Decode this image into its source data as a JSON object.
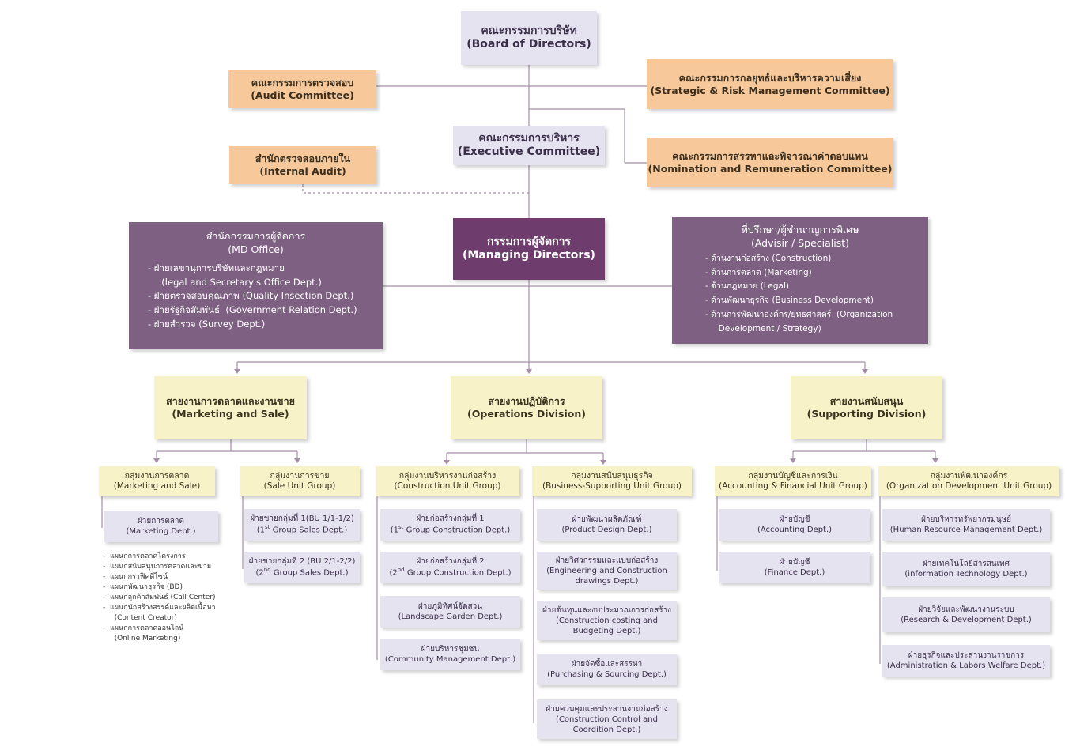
{
  "top": {
    "board": {
      "th": "คณะกรรมการบริษัท",
      "en": "(Board of Directors)"
    },
    "audit_committee": {
      "th": "คณะกรรมการตรวจสอบ",
      "en": "(Audit Committee)"
    },
    "strategic": {
      "th": "คณะกรรมการกลยุทธ์และบริหารความเสี่ยง",
      "en": "(Strategic & Risk Management Committee)"
    },
    "executive": {
      "th": "คณะกรรมการบริหาร",
      "en": "(Executive Committee)"
    },
    "internal_audit": {
      "th": "สำนักตรวจสอบภายใน",
      "en": "(Internal Audit)"
    },
    "nomination": {
      "th": "คณะกรรมการสรรหาและพิจารณาค่าตอบแทน",
      "en": "(Nomination and Remuneration Committee)"
    },
    "md": {
      "th": "กรรมการผู้จัดการ",
      "en": "(Managing Directors)"
    }
  },
  "md_office": {
    "th": "สำนักกรรมการผู้จัดการ",
    "en": "(MD Office)",
    "items": [
      "- ฝ่ายเลขานุการบริษัทและกฎหมาย",
      "  (legal and Secretary's Office Dept.)",
      "- ฝ่ายตรวจสอบคุณภาพ (Quality Insection Dept.)",
      "- ฝ่ายรัฐกิจสัมพันธ์  (Government Relation Dept.)",
      "- ฝ่ายสำรวจ (Survey Dept.)"
    ]
  },
  "advisor": {
    "th": "ที่ปรึกษา/ผู้ชำนาญการพิเศษ",
    "en": "(Advisir / Specialist)",
    "items": [
      "- ด้านงานก่อสร้าง (Construction)",
      "- ด้านการตลาด (Marketing)",
      "- ด้านกฎหมาย (Legal)",
      "- ด้านพัฒนาธุรกิจ (Business Development)",
      "- ด้านการพัฒนาองค์กร/ยุทธศาสตร์  (Organization",
      "  Development / Strategy)"
    ]
  },
  "divisions": {
    "marketing": {
      "th": "สายงานการตลาดและงานขาย",
      "en": "(Marketing and Sale)"
    },
    "operations": {
      "th": "สายงานปฏิบัติการ",
      "en": "(Operations Division)"
    },
    "supporting": {
      "th": "สายงานสนับสนุน",
      "en": "(Supporting Division)"
    }
  },
  "groups": {
    "mkt_group": {
      "th": "กลุ่มงานการตลาด",
      "en": "(Marketing and Sale)"
    },
    "sale_group": {
      "th": "กลุ่มงานการขาย",
      "en": "(Sale Unit Group)"
    },
    "construction_group": {
      "th": "กลุ่มงานบริหารงานก่อสร้าง",
      "en": "(Construction Unit Group)"
    },
    "business_group": {
      "th": "กลุ่มงานสนับสนุนธุรกิจ",
      "en": "(Business-Supporting Unit Group)"
    },
    "accounting_group": {
      "th": "กลุ่มงานบัญชีและการเงิน",
      "en": "(Accounting & Financial Unit Group)"
    },
    "org_group": {
      "th": "กลุ่มงานพัฒนาองค์กร",
      "en": "(Organization Development Unit Group)"
    }
  },
  "depts": {
    "marketing_dept": {
      "th": "ฝ่ายการตลาด",
      "en": "(Marketing Dept.)"
    },
    "sales1": {
      "th": "ฝ่ายขายกลุ่มที่ 1(BU 1/1-1/2)",
      "en_pre": "(1",
      "en_sup": "st",
      "en_post": " Group Sales Dept.)"
    },
    "sales2": {
      "th": "ฝ่ายขายกลุ่มที่ 2 (BU 2/1-2/2)",
      "en_pre": "(2",
      "en_sup": "nd",
      "en_post": " Group Sales Dept.)"
    },
    "construct1": {
      "th": "ฝ่ายก่อสร้างกลุ่มที่ 1",
      "en_pre": "(1",
      "en_sup": "st",
      "en_post": " Group Construction Dept.)"
    },
    "construct2": {
      "th": "ฝ่ายก่อสร้างกลุ่มที่ 2",
      "en_pre": "(2",
      "en_sup": "nd",
      "en_post": " Group Construction Dept.)"
    },
    "landscape": {
      "th": "ฝ่ายภูมิทัศน์จัดสวน",
      "en": "(Landscape Garden Dept.)"
    },
    "community": {
      "th": "ฝ่ายบริหารชุมชน",
      "en": "(Community Management Dept.)"
    },
    "product_design": {
      "th": "ฝ่ายพัฒนาผลิตภัณฑ์",
      "en": "(Product Design Dept.)"
    },
    "engineering": {
      "th": "ฝ่ายวิศวกรรมและแบบก่อสร้าง",
      "en1": "(Engineering and Construction",
      "en2": "drawings Dept.)"
    },
    "costing": {
      "th": "ฝ่ายต้นทุนและงบประมาณการก่อสร้าง",
      "en1": "(Construction costing and",
      "en2": "Budgeting Dept.)"
    },
    "purchasing": {
      "th": "ฝ่ายจัดซื้อและสรรหา",
      "en": "(Purchasing & Sourcing Dept.)"
    },
    "control": {
      "th": "ฝ่ายควบคุมและประสานงานก่อสร้าง",
      "en1": "(Construction Control and",
      "en2": "Coordition Dept.)"
    },
    "accounting_dept": {
      "th": "ฝ่ายบัญชี",
      "en": "(Accounting Dept.)"
    },
    "finance_dept": {
      "th": "ฝ่ายบัญชี",
      "en": "(Finance Dept.)"
    },
    "hr": {
      "th": "ฝ่ายบริหารทรัพยากรมนุษย์",
      "en": "(Human Resource Management Dept.)"
    },
    "it": {
      "th": "ฝ่ายเทคโนโลยีสารสนเทศ",
      "en": "(information Technology Dept.)"
    },
    "rnd": {
      "th": "ฝ่ายวิจัยและพัฒนางานระบบ",
      "en": "(Research & Development Dept.)"
    },
    "admin": {
      "th": "ฝ่ายธุรกิจและประสานงานราชการ",
      "en": "(Administration & Labors Welfare Dept.)"
    }
  },
  "marketing_sub": [
    "-  แผนกการตลาดโครงการ",
    "-  แผนกสนับสนุนการตลาดและขาย",
    "-  แผนกกราฟิคดีไซน์",
    "-  แผนกพัฒนาธุรกิจ (BD)",
    "-  แผนกลูกค้าสัมพันธ์ (Call Center)",
    "-  แผนกนักสร้างสรรค์และผลิตเนื้อหา",
    "   (Content Creator)",
    "-  แผนกการตลาดออนไลน์",
    "   (Online Marketing)"
  ],
  "colors": {
    "lavender": "#e6e3f0",
    "peach": "#f7c99a",
    "plum": "#7e6182",
    "plum_dark": "#6e3d6e",
    "cream": "#f8f2c8",
    "line": "#a58ea8"
  }
}
